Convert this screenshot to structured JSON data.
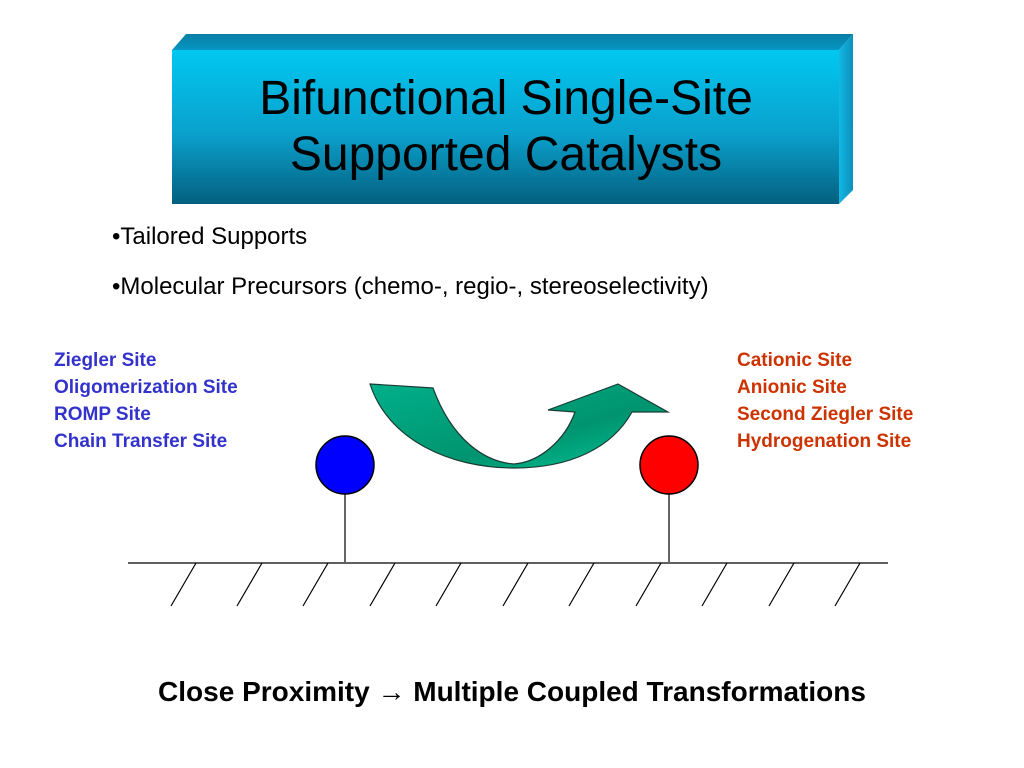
{
  "title": {
    "line1": "Bifunctional Single-Site",
    "line2": "Supported Catalysts"
  },
  "bullets": [
    "•Tailored Supports",
    "•Molecular Precursors (chemo-, regio-, stereoselectivity)"
  ],
  "left_sites": [
    "Ziegler Site",
    "Oligomerization Site",
    "ROMP Site",
    "Chain Transfer Site"
  ],
  "right_sites": [
    "Cationic Site",
    "Anionic Site",
    "Second Ziegler Site",
    "Hydrogenation Site"
  ],
  "footer": {
    "left": "Close Proximity",
    "arrow": "→",
    "right": "Multiple Coupled Transformations"
  },
  "colors": {
    "left_site": "#0000ff",
    "right_site": "#ff0000",
    "left_text": "#3333cc",
    "right_text": "#cc3300",
    "arrow_fill": "#00a884",
    "title_box": "#0aa3cf"
  }
}
